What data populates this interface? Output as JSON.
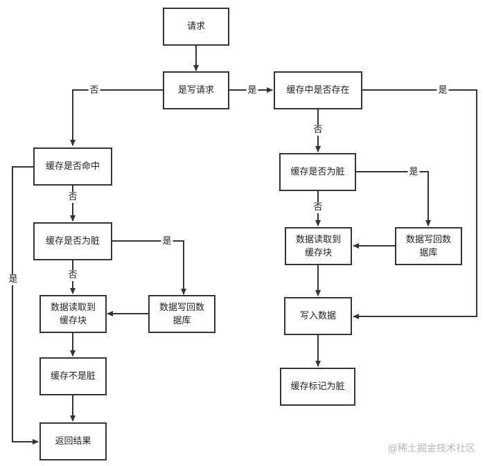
{
  "nodes": {
    "request": "请求",
    "is_write": "是写请求",
    "in_cache_left": "缓存是否命中",
    "dirty_left": "缓存是否为脏",
    "read_left": "数据读取到\n缓存块",
    "writeback_left": "数据写回数\n据库",
    "not_dirty": "缓存不是脏",
    "return_result": "返回结果",
    "in_cache_right": "缓存中是否存在",
    "dirty_right": "缓存是否为脏",
    "read_right": "数据读取到\n缓存块",
    "writeback_right": "数据写回数\n据库",
    "write_data": "写入数据",
    "mark_dirty": "缓存标记为脏"
  },
  "edges": {
    "no_write": "否",
    "yes_write": "是",
    "yes_exists": "是",
    "no_exists": "否",
    "yes_hit": "是",
    "no_hit": "否",
    "yes_dirty_left": "是",
    "no_dirty_left": "否",
    "yes_dirty_right": "是",
    "no_dirty_right": "否"
  },
  "watermark": "@稀土掘金技术社区"
}
